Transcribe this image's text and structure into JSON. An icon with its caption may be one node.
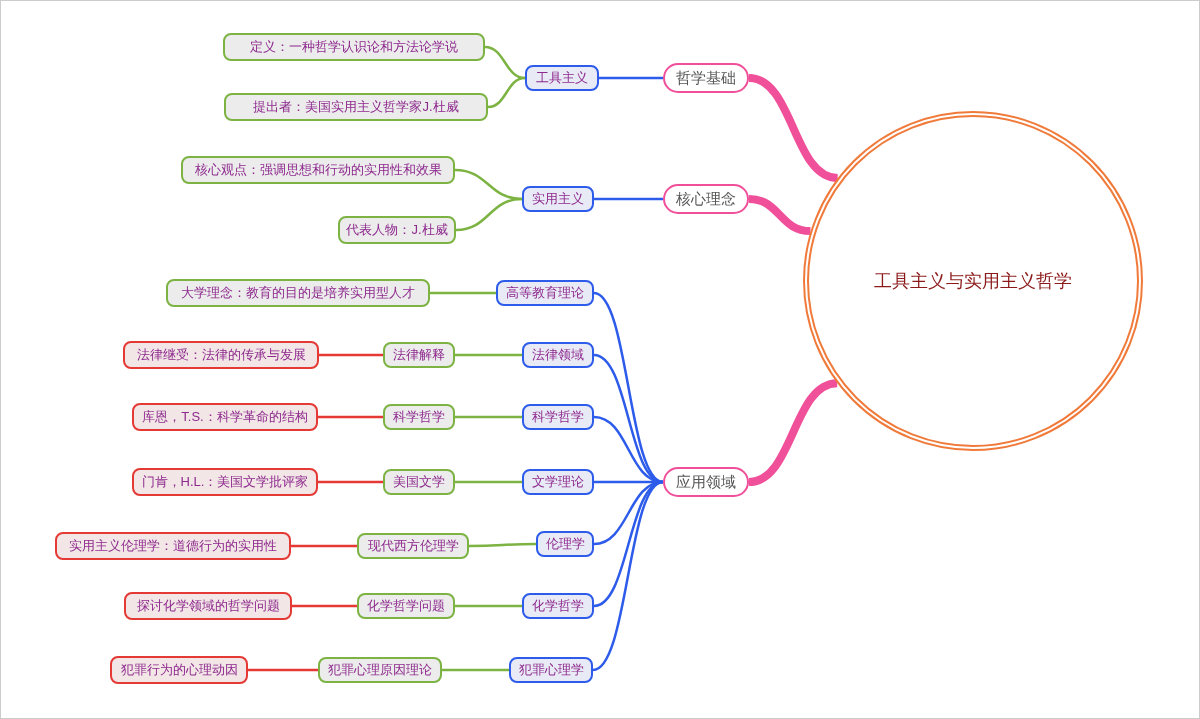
{
  "diagram": {
    "nodes": [
      {
        "text": [
          "工具主义与实用主义哲学"
        ]
      },
      {
        "text": [
          "哲学基础"
        ]
      },
      {
        "text": [
          "核心理念"
        ]
      },
      {
        "text": [
          "应用领域"
        ]
      },
      {
        "text": [
          "工具主义"
        ]
      },
      {
        "text": [
          "定义：一种哲学认识论和方法论学说"
        ]
      },
      {
        "text": [
          "提出者：美国实用主义哲学家J.杜威"
        ]
      },
      {
        "text": [
          "实用主义"
        ]
      },
      {
        "text": [
          "核心观点：强调思想和行动的实用性和效果"
        ]
      },
      {
        "text": [
          "代表人物：J.杜威"
        ]
      },
      {
        "text": [
          "高等教育理论"
        ]
      },
      {
        "text": [
          "大学理念：教育的目的是培养实用型人才"
        ]
      },
      {
        "text": [
          "法律领域"
        ]
      },
      {
        "text": [
          "法律解释"
        ]
      },
      {
        "text": [
          "法律继受：法律的传承与发展"
        ]
      },
      {
        "text": [
          "科学哲学"
        ]
      },
      {
        "text": [
          "科学哲学"
        ]
      },
      {
        "text": [
          "库恩，T.S.：科学革命的结构"
        ]
      },
      {
        "text": [
          "文学理论"
        ]
      },
      {
        "text": [
          "美国文学"
        ]
      },
      {
        "text": [
          "门肯，H.L.：美国文学批评家"
        ]
      },
      {
        "text": [
          "伦理学"
        ]
      },
      {
        "text": [
          "现代西方伦理学"
        ]
      },
      {
        "text": [
          "实用主义伦理学：道德行为的实用性"
        ]
      },
      {
        "text": [
          "化学哲学"
        ]
      },
      {
        "text": [
          "化学哲学问题"
        ]
      },
      {
        "text": [
          "探讨化学领域的哲学问题"
        ]
      },
      {
        "text": [
          "犯罪心理学"
        ]
      },
      {
        "text": [
          "犯罪心理原因理论"
        ]
      },
      {
        "text": [
          "犯罪行为的心理动因"
        ]
      }
    ],
    "edges": [
      {
        "from": 0,
        "to": 1,
        "arrow": "none",
        "style": "thick",
        "color": "#f0509a"
      },
      {
        "from": 0,
        "to": 2,
        "arrow": "none",
        "style": "thick",
        "color": "#f0509a"
      },
      {
        "from": 0,
        "to": 3,
        "arrow": "none",
        "style": "thick",
        "color": "#f0509a"
      },
      {
        "from": 1,
        "to": 4,
        "arrow": "none",
        "color": "#2d5bea"
      },
      {
        "from": 4,
        "to": 5,
        "arrow": "none"
      },
      {
        "from": 4,
        "to": 6,
        "arrow": "none"
      },
      {
        "from": 2,
        "to": 7,
        "arrow": "none",
        "color": "#2d5bea"
      },
      {
        "from": 7,
        "to": 8,
        "arrow": "none"
      },
      {
        "from": 7,
        "to": 9,
        "arrow": "none"
      },
      {
        "from": 3,
        "to": 10,
        "arrow": "none",
        "color": "#2d5bea"
      },
      {
        "from": 10,
        "to": 11,
        "arrow": "none"
      },
      {
        "from": 3,
        "to": 12,
        "arrow": "none",
        "color": "#2d5bea"
      },
      {
        "from": 12,
        "to": 13,
        "arrow": "none"
      },
      {
        "from": 13,
        "to": 14,
        "arrow": "none",
        "color": "#e53935"
      },
      {
        "from": 3,
        "to": 15,
        "arrow": "none",
        "color": "#2d5bea"
      },
      {
        "from": 15,
        "to": 16,
        "arrow": "none"
      },
      {
        "from": 16,
        "to": 17,
        "arrow": "none",
        "color": "#e53935"
      },
      {
        "from": 3,
        "to": 18,
        "arrow": "none",
        "color": "#2d5bea"
      },
      {
        "from": 18,
        "to": 19,
        "arrow": "none"
      },
      {
        "from": 19,
        "to": 20,
        "arrow": "none",
        "color": "#e53935"
      },
      {
        "from": 3,
        "to": 21,
        "arrow": "none",
        "color": "#2d5bea"
      },
      {
        "from": 21,
        "to": 22,
        "arrow": "none"
      },
      {
        "from": 22,
        "to": 23,
        "arrow": "none",
        "color": "#e53935"
      },
      {
        "from": 3,
        "to": 24,
        "arrow": "none",
        "color": "#2d5bea"
      },
      {
        "from": 24,
        "to": 25,
        "arrow": "none"
      },
      {
        "from": 25,
        "to": 26,
        "arrow": "none",
        "color": "#e53935"
      },
      {
        "from": 3,
        "to": 27,
        "arrow": "none",
        "color": "#2d5bea"
      },
      {
        "from": 27,
        "to": 28,
        "arrow": "none"
      },
      {
        "from": 28,
        "to": 29,
        "arrow": "none",
        "color": "#e53935"
      }
    ]
  }
}
